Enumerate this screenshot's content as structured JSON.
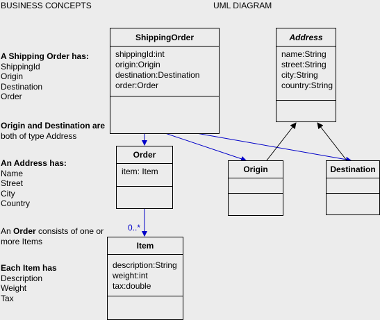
{
  "headers": {
    "business": "BUSINESS CONCEPTS",
    "uml": "UML DIAGRAM"
  },
  "concepts": {
    "shipping_order": {
      "title": "A Shipping Order has:",
      "items": [
        "ShippingId",
        "Origin",
        "Destination",
        "Order"
      ]
    },
    "origin_dest": {
      "title": "Origin and Destination are",
      "sub": "both of type Address"
    },
    "address": {
      "title": "An Address has:",
      "items": [
        "Name",
        "Street",
        "City",
        "Country"
      ]
    },
    "order": {
      "pre": "An ",
      "bold": "Order",
      "post": " consists of one or",
      "line2": "more Items"
    },
    "item": {
      "title": "Each Item has",
      "items": [
        "Description",
        "Weight",
        "Tax"
      ]
    }
  },
  "classes": {
    "shipping_order": {
      "name": "ShippingOrder",
      "attrs": [
        "shippingId:int",
        "origin:Origin",
        "destination:Destination",
        "order:Order"
      ]
    },
    "address": {
      "name": "Address",
      "attrs": [
        "name:String",
        "street:String",
        "city:String",
        "country:String"
      ]
    },
    "order": {
      "name": "Order",
      "attrs": [
        "item: Item"
      ]
    },
    "origin": {
      "name": "Origin",
      "attrs": []
    },
    "destination": {
      "name": "Destination",
      "attrs": []
    },
    "item": {
      "name": "Item",
      "attrs": [
        "description:String",
        "weight:int",
        "tax:double"
      ]
    }
  },
  "multiplicity": "0..*",
  "colors": {
    "association": "#0000c8",
    "generalization": "#000000",
    "background": "#ececec"
  }
}
